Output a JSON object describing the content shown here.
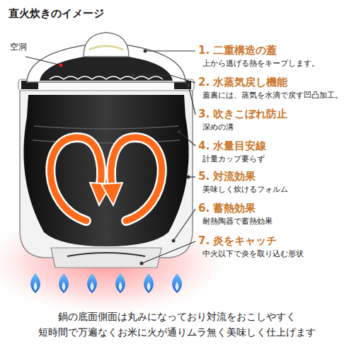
{
  "diagram": {
    "title": "直火炊きのイメージ",
    "caption": "鍋の底面側面は丸みになっており対流をおこしやすく 短時間で万遍なくお米に火が通りムラ無く美味しく仕上げます",
    "labels": [
      "空洞",
      "1. 二重構造の蓋",
      "上から逃げる熱をキープします。",
      "2. 水蒸気戻し機能",
      "蓋裏には、蒸気を水滴で戻す凹凸加工。",
      "3. 吹きこぼれ防止",
      "深めの溝",
      "4. 水量目安線",
      "計量カップ要らず",
      "5. 対流効果",
      "美味しく炊けるフォルム",
      "6. 蓄熱効果",
      "耐熱陶器で蓄熱効果",
      "7. 炎をキャッチ",
      "中火以下で炎を取り込む形状"
    ]
  }
}
